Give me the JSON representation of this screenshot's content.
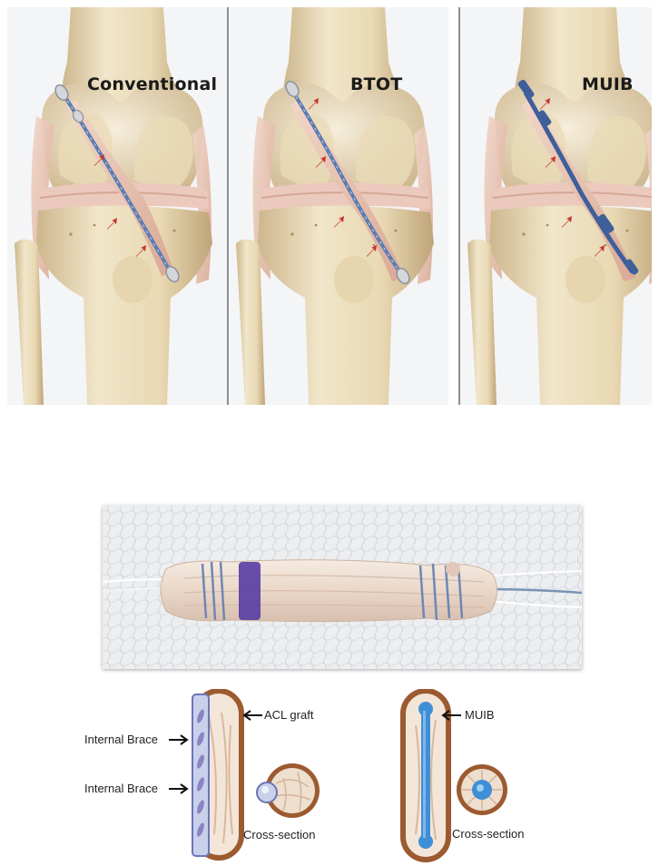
{
  "panels": [
    {
      "label": "Conventional"
    },
    {
      "label": "BTOT"
    },
    {
      "label": "MUIB"
    }
  ],
  "bottom_left": {
    "internal_brace_top": "Internal Brace",
    "internal_brace_bottom": "Internal Brace",
    "acl_graft": "ACL graft",
    "cross_section": "Cross-section"
  },
  "bottom_right": {
    "muib": "MUIB",
    "cross_section": "Cross-section"
  },
  "colors": {
    "bone": "#efe3c6",
    "ligament": "#e9c7b8",
    "brace": "#5a7bb0",
    "arrow": "#c8322a",
    "graft_border": "#b06d3c"
  }
}
